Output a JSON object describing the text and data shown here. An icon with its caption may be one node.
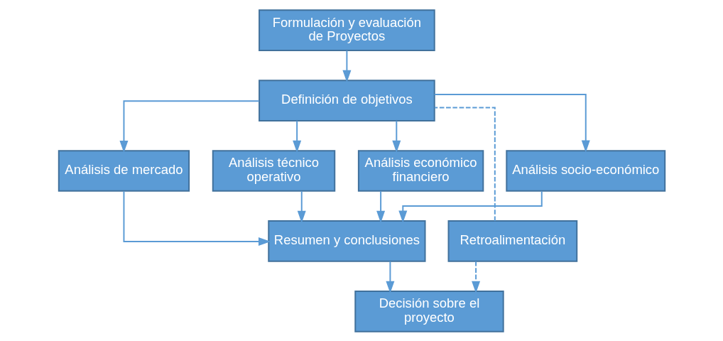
{
  "diagram": {
    "nodes": [
      {
        "text": [
          "Formulación y evaluación de Proyectos"
        ]
      },
      {
        "text": [
          "Definición de objetivos"
        ]
      },
      {
        "text": [
          "Análisis de mercado"
        ]
      },
      {
        "text": [
          "Análisis técnico operativo"
        ]
      },
      {
        "text": [
          "Análisis económico financiero"
        ]
      },
      {
        "text": [
          "Análisis socio-económico"
        ]
      },
      {
        "text": [
          "Retroalimentación"
        ]
      },
      {
        "text": [
          "Resumen y conclusiones"
        ]
      },
      {
        "text": [
          "Decisión sobre el proyecto"
        ]
      }
    ],
    "edges": [
      {
        "from": 0,
        "to": 1,
        "arrow": "to"
      },
      {
        "from": 1,
        "to": 2,
        "arrow": "to"
      },
      {
        "from": 1,
        "to": 3,
        "arrow": "to"
      },
      {
        "from": 1,
        "to": 4,
        "arrow": "to"
      },
      {
        "from": 1,
        "to": 5,
        "arrow": "to"
      },
      {
        "from": 2,
        "to": 7,
        "arrow": "to"
      },
      {
        "from": 3,
        "to": 7,
        "arrow": "to"
      },
      {
        "from": 4,
        "to": 7,
        "arrow": "to"
      },
      {
        "from": 5,
        "to": 7,
        "arrow": "to"
      },
      {
        "from": 7,
        "to": 8,
        "arrow": "to"
      },
      {
        "from": 6,
        "to": 8,
        "arrow": "to",
        "style": "dashed"
      },
      {
        "from": 6,
        "to": 1,
        "arrow": "none",
        "style": "dashed"
      }
    ]
  }
}
